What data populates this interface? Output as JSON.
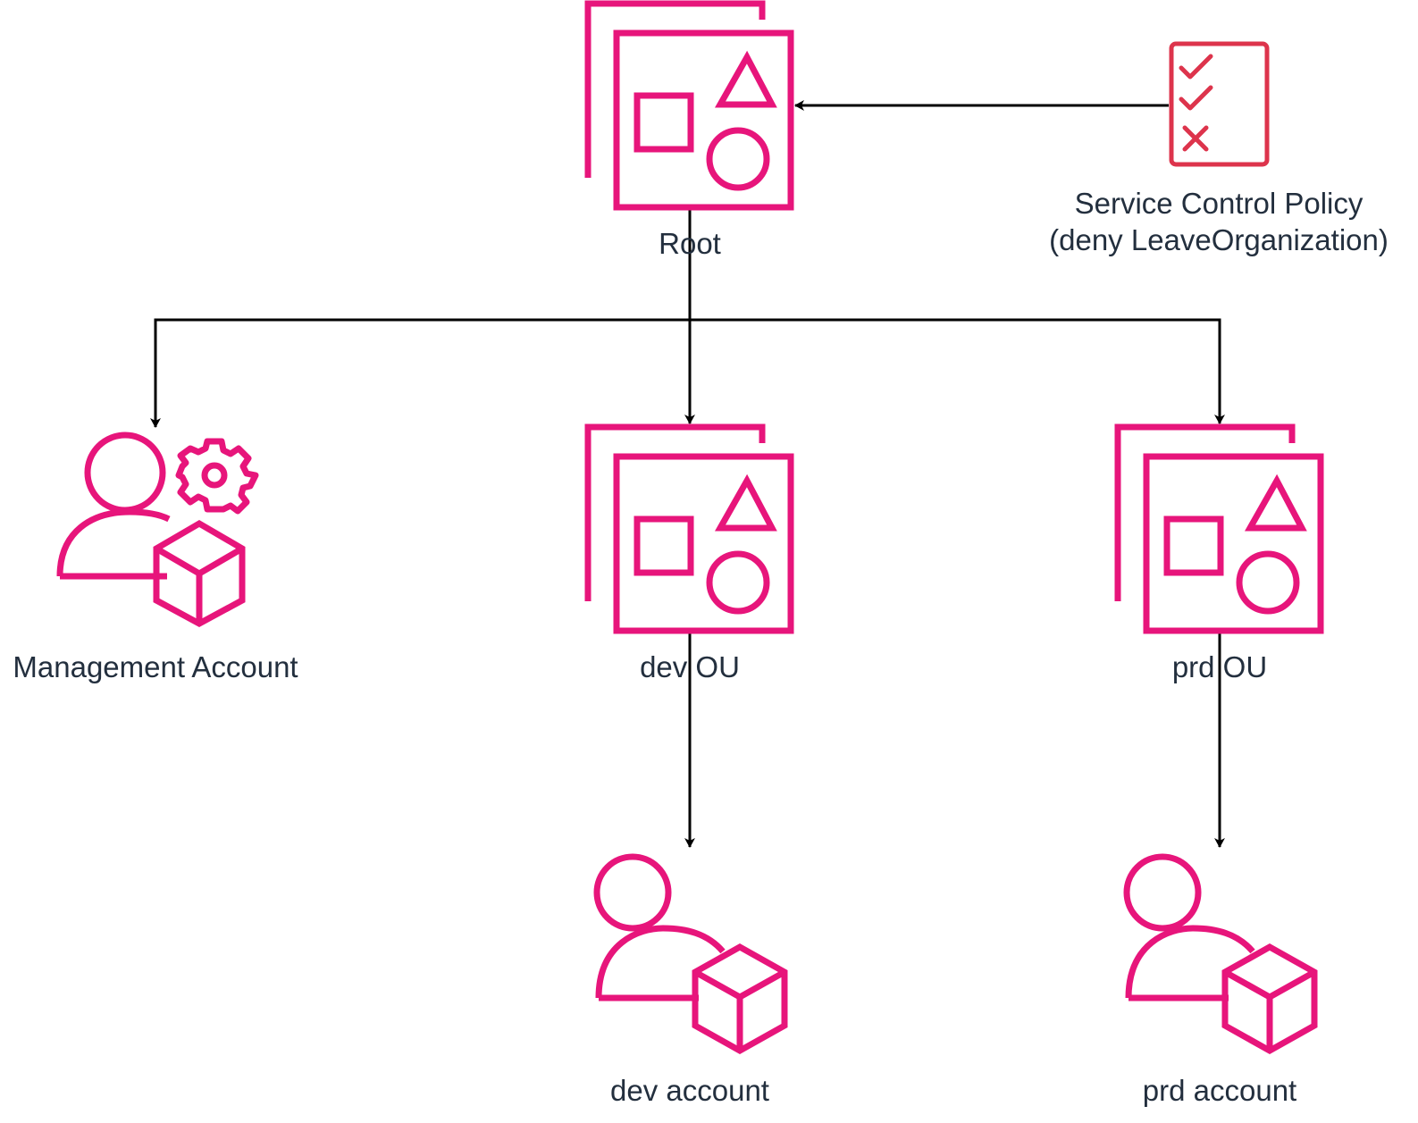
{
  "diagram": {
    "nodes": {
      "root": {
        "label": "Root",
        "icon": "organization-unit-icon"
      },
      "scp": {
        "label_line1": "Service Control Policy",
        "label_line2": "(deny LeaveOrganization)",
        "icon": "policy-checklist-icon"
      },
      "management": {
        "label": "Management Account",
        "icon": "management-account-icon"
      },
      "dev_ou": {
        "label": "dev OU",
        "icon": "organization-unit-icon"
      },
      "prd_ou": {
        "label": "prd OU",
        "icon": "organization-unit-icon"
      },
      "dev_account": {
        "label": "dev account",
        "icon": "member-account-icon"
      },
      "prd_account": {
        "label": "prd account",
        "icon": "member-account-icon"
      }
    },
    "edges": [
      {
        "from": "scp",
        "to": "root"
      },
      {
        "from": "root",
        "to": "management"
      },
      {
        "from": "root",
        "to": "dev_ou"
      },
      {
        "from": "root",
        "to": "prd_ou"
      },
      {
        "from": "dev_ou",
        "to": "dev_account"
      },
      {
        "from": "prd_ou",
        "to": "prd_account"
      }
    ]
  },
  "colors": {
    "icon": "#E7157B",
    "policy": "#DD344C",
    "text": "#232F3E",
    "connector": "#000000"
  }
}
